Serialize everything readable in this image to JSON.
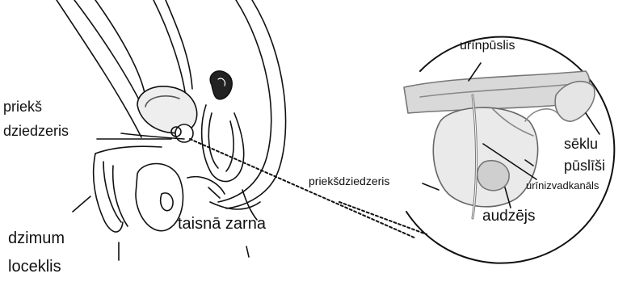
{
  "labels": {
    "prieks_line1": "priekš",
    "prieks_line2": "dziedzeris",
    "dzimum": "dzimum",
    "loceklis": "loceklis",
    "taisna_zarna": "taisnā zarna",
    "urinpuslis": "urīnpūslis",
    "seklu": "sēklu",
    "puslisi": "pūslīši",
    "priekdziedzeris_zoom": "priekšdziedzeris",
    "urinizvadkanals": "urīnizvadkanāls",
    "audzejs": "audzējs"
  },
  "colors": {
    "ink": "#111111",
    "tissue": "#d9d9d9",
    "tissue_dark": "#9a9a9a"
  }
}
